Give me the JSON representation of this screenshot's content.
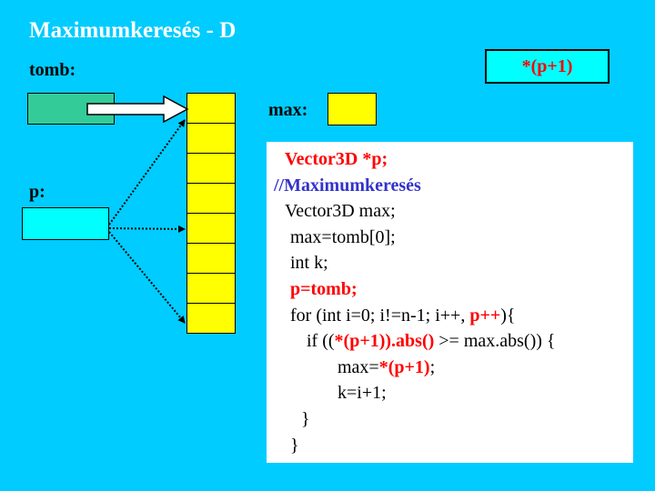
{
  "title": "Maximumkeresés - D",
  "labels": {
    "tomb": "tomb:",
    "p": "p:",
    "max": "max:"
  },
  "highlight_box": "*(p+1)",
  "array_cells": 8,
  "code": {
    "l1": "Vector3D *p;",
    "l2": "//Maximumkeresés",
    "l3": "Vector3D max;",
    "l4": "max=tomb[0];",
    "l5": "int k;",
    "l6": "p=tomb;",
    "l7a": "for (int i=0; i!=n-1; i++, ",
    "l7b": "p++",
    "l7c": "){",
    "l8a": "if ((",
    "l8b": "*(p+1)).abs()",
    "l8c": " >= max.abs()) {",
    "l9a": "max=",
    "l9b": "*(p+1)",
    "l9c": ";",
    "l10": "k=i+1;",
    "l11": "}",
    "l12": "}"
  },
  "colors": {
    "background": "#00ccff",
    "array": "#ffff00",
    "highlight": "#ff0000",
    "comment": "#3333cc"
  }
}
